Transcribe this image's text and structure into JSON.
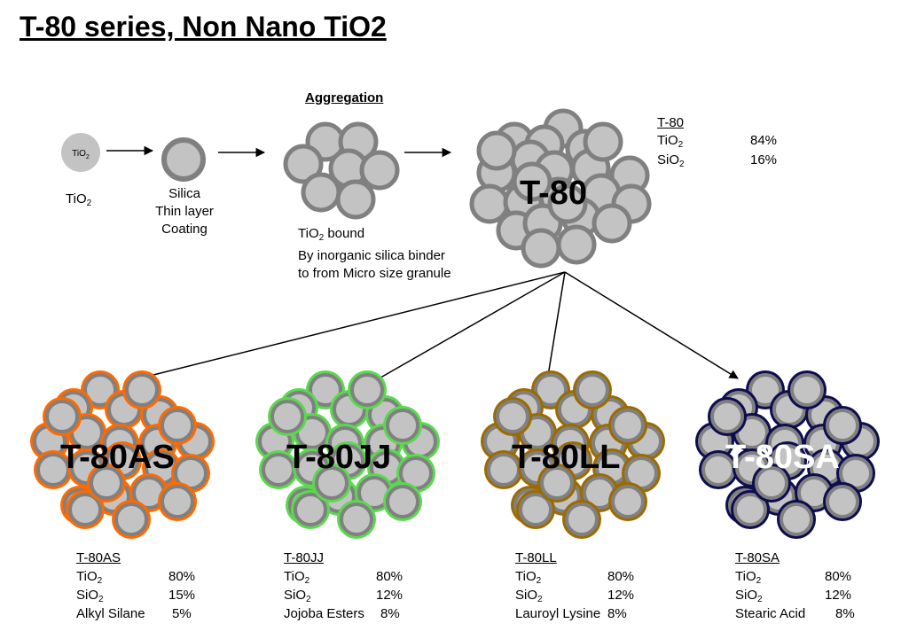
{
  "title": "T-80 series, Non Nano TiO2",
  "stages": {
    "particle_inner_label": "TiO",
    "particle_inner_sub": "2",
    "tio2_label": "TiO",
    "tio2_sub": "2",
    "silica_line1": "Silica",
    "silica_line2": "Thin layer",
    "silica_line3": "Coating",
    "aggregation_title": "Aggregation",
    "bound_line1_prefix": "TiO",
    "bound_line1_sub": "2",
    "bound_line1_suffix": " bound",
    "bound_line2": "By inorganic silica binder",
    "bound_line3": "to from Micro size granule"
  },
  "t80": {
    "label": "T-80",
    "heading": "T-80",
    "rows": [
      {
        "name": "TiO",
        "sub": "2",
        "value": "84%"
      },
      {
        "name": "SiO",
        "sub": "2",
        "value": "16%"
      }
    ]
  },
  "variants": [
    {
      "label": "T-80AS",
      "heading": "T-80AS",
      "rows": [
        {
          "name": "TiO",
          "sub": "2",
          "value": "80%"
        },
        {
          "name": "SiO",
          "sub": "2",
          "value": "15%"
        },
        {
          "name": "Alkyl Silane",
          "sub": "",
          "value": "5%"
        }
      ]
    },
    {
      "label": "T-80JJ",
      "heading": "T-80JJ",
      "rows": [
        {
          "name": "TiO",
          "sub": "2",
          "value": "80%"
        },
        {
          "name": "SiO",
          "sub": "2",
          "value": "12%"
        },
        {
          "name": "Jojoba Esters",
          "sub": "",
          "value": "8%"
        }
      ]
    },
    {
      "label": "T-80LL",
      "heading": "T-80LL",
      "rows": [
        {
          "name": "TiO",
          "sub": "2",
          "value": "80%"
        },
        {
          "name": "SiO",
          "sub": "2",
          "value": "12%"
        },
        {
          "name": "Lauroyl Lysine",
          "sub": "",
          "value": "8%"
        }
      ]
    },
    {
      "label": "T-80SA",
      "heading": "T-80SA",
      "rows": [
        {
          "name": "TiO",
          "sub": "2",
          "value": "80%"
        },
        {
          "name": "SiO",
          "sub": "2",
          "value": "12%"
        },
        {
          "name": "Stearic Acid",
          "sub": "",
          "value": "8%"
        }
      ]
    }
  ],
  "colors": {
    "core": "#c3c3c3",
    "silica": "#808080",
    "as_coat": "#ff6a00",
    "jj_coat": "#5ad94f",
    "ll_coat": "#9c6b00",
    "sa_coat": "#0d0d50"
  }
}
